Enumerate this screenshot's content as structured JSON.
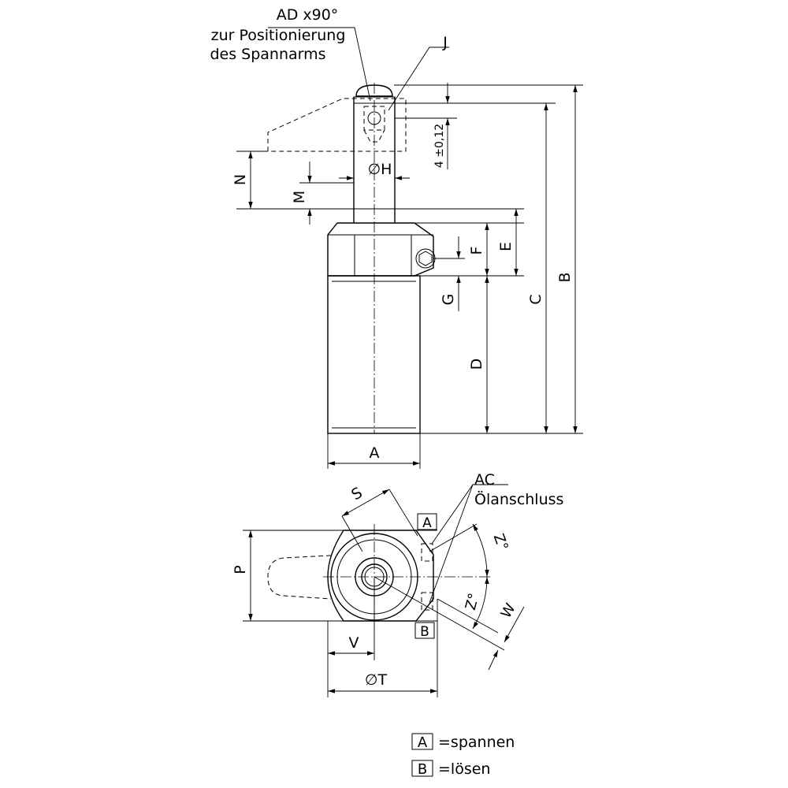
{
  "callouts": {
    "ad_line1": "AD x90°",
    "ad_line2": "zur Positionierung",
    "ad_line3": "des Spannarms",
    "j": "J",
    "ac_line1": "AC",
    "ac_line2": "Ölanschluss"
  },
  "dims": {
    "a": "A",
    "b": "B",
    "c": "C",
    "d": "D",
    "e": "E",
    "f": "F",
    "g": "G",
    "h": "∅H",
    "m": "M",
    "n": "N",
    "tol": "4 ±0,12",
    "s": "S",
    "p": "P",
    "v": "V",
    "t": "∅T",
    "w": "W",
    "z1": "Z°",
    "z2": "Z°"
  },
  "ports": {
    "a_box": "A",
    "b_box": "B"
  },
  "legend": [
    {
      "key": "A",
      "text": "=spannen"
    },
    {
      "key": "B",
      "text": "=lösen"
    }
  ]
}
